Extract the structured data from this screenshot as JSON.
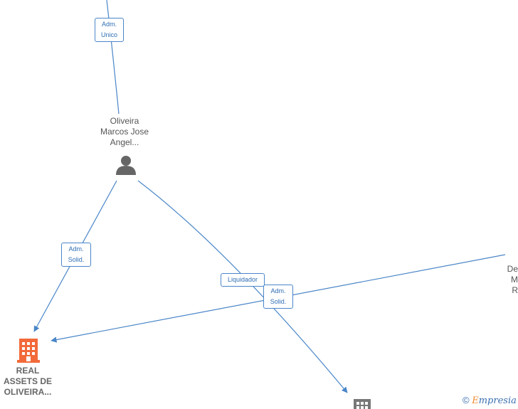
{
  "nodes": {
    "person": {
      "name_line1": "Oliveira",
      "name_line2": "Marcos Jose",
      "name_line3": "Angel...",
      "icon": "person-icon"
    },
    "company_main": {
      "name_line1": "REAL",
      "name_line2": "ASSETS DE",
      "name_line3": "OLIVEIRA...",
      "icon": "building-icon",
      "color": "#f26a3a"
    },
    "company_bottom": {
      "icon": "building-icon",
      "color": "#777777"
    },
    "right_partial": {
      "line1": "De",
      "line2": "M",
      "line3": "R"
    }
  },
  "edges": [
    {
      "label_line1": "Adm.",
      "label_line2": "Unico"
    },
    {
      "label_line1": "Adm.",
      "label_line2": "Solid."
    },
    {
      "label_line1": "Liquidador"
    },
    {
      "label_line1": "Adm.",
      "label_line2": "Solid."
    }
  ],
  "colors": {
    "edge": "#4a86c8",
    "person_icon": "#666666"
  },
  "watermark": {
    "symbol": "©",
    "brand_initial": "E",
    "brand_rest": "mpresia"
  }
}
